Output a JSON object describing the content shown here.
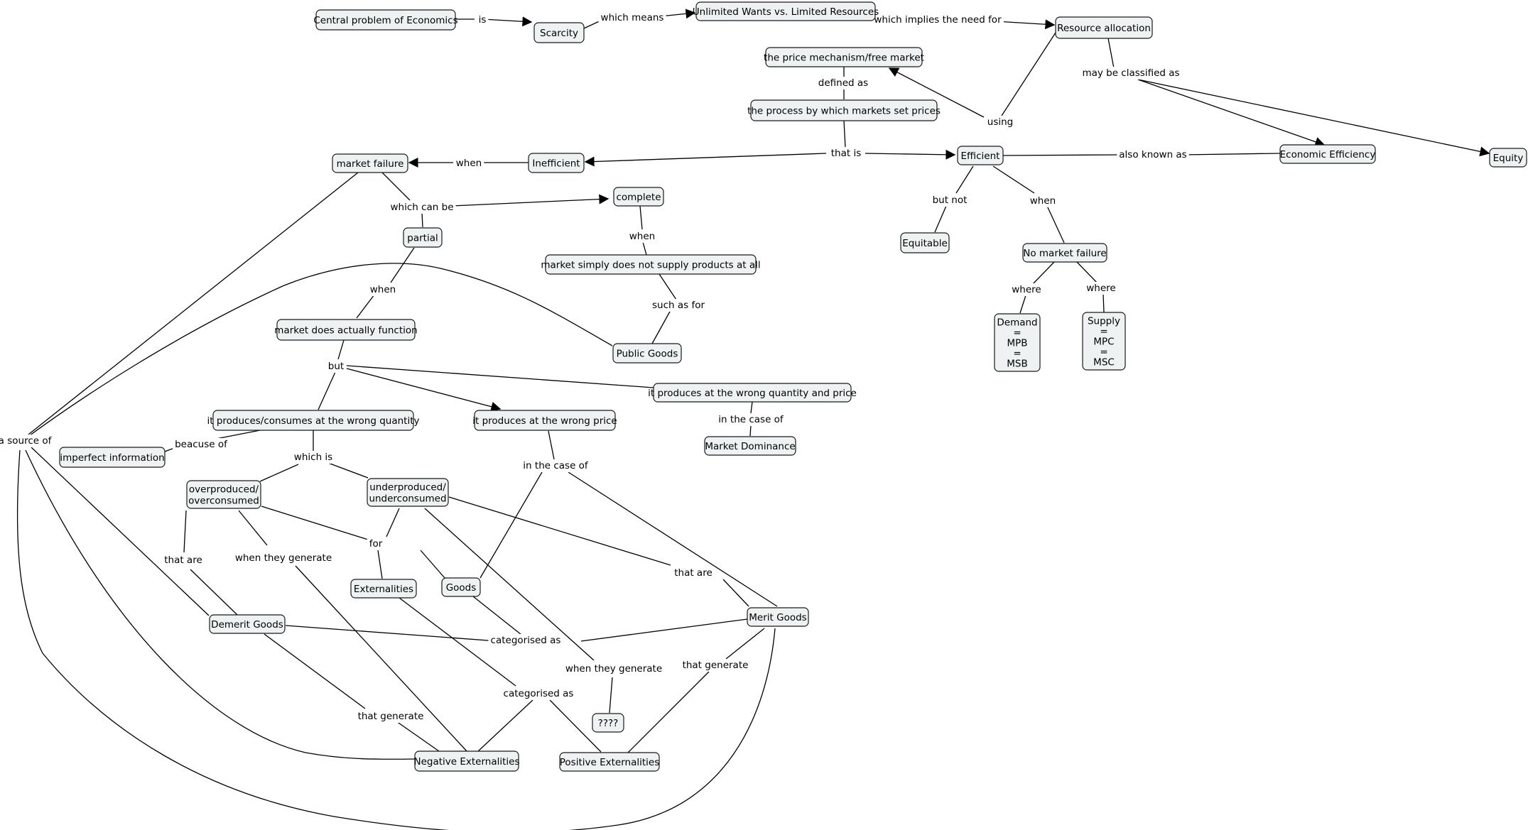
{
  "concept_map": {
    "nodes": [
      {
        "id": "central",
        "lines": [
          "Central problem of Economics"
        ]
      },
      {
        "id": "scarcity",
        "lines": [
          "Scarcity"
        ]
      },
      {
        "id": "unlimited",
        "lines": [
          "Unlimited Wants vs. Limited Resources"
        ]
      },
      {
        "id": "resource",
        "lines": [
          "Resource allocation"
        ]
      },
      {
        "id": "price_mech",
        "lines": [
          "the price mechanism/free market"
        ]
      },
      {
        "id": "process",
        "lines": [
          "the process by which markets set prices"
        ]
      },
      {
        "id": "market_failure",
        "lines": [
          "market failure"
        ]
      },
      {
        "id": "inefficient",
        "lines": [
          "Inefficient"
        ]
      },
      {
        "id": "efficient",
        "lines": [
          "Efficient"
        ]
      },
      {
        "id": "econ_eff",
        "lines": [
          "Economic Efficiency"
        ]
      },
      {
        "id": "equity",
        "lines": [
          "Equity"
        ]
      },
      {
        "id": "complete",
        "lines": [
          "complete"
        ]
      },
      {
        "id": "partial",
        "lines": [
          "partial"
        ]
      },
      {
        "id": "simply_not",
        "lines": [
          "market simply does not supply products at all"
        ]
      },
      {
        "id": "equitable",
        "lines": [
          "Equitable"
        ]
      },
      {
        "id": "no_mf",
        "lines": [
          "No market failure"
        ]
      },
      {
        "id": "demand",
        "lines": [
          "Demand",
          "=",
          "MPB",
          "=",
          "MSB"
        ]
      },
      {
        "id": "supply",
        "lines": [
          "Supply",
          "=",
          "MPC",
          "=",
          "MSC"
        ]
      },
      {
        "id": "does_function",
        "lines": [
          "market does actually function"
        ]
      },
      {
        "id": "public_goods",
        "lines": [
          "Public Goods"
        ]
      },
      {
        "id": "wrong_qp",
        "lines": [
          "it produces at the wrong quantity and price"
        ]
      },
      {
        "id": "wrong_q",
        "lines": [
          "it produces/consumes at the wrong quantity"
        ]
      },
      {
        "id": "wrong_p",
        "lines": [
          "it produces at the wrong price"
        ]
      },
      {
        "id": "market_dom",
        "lines": [
          "Market Dominance"
        ]
      },
      {
        "id": "imperfect",
        "lines": [
          "imperfect information"
        ]
      },
      {
        "id": "overprod",
        "lines": [
          "overproduced/",
          "overconsumed"
        ]
      },
      {
        "id": "underprod",
        "lines": [
          "underproduced/",
          "underconsumed"
        ]
      },
      {
        "id": "externalities",
        "lines": [
          "Externalities"
        ]
      },
      {
        "id": "goods",
        "lines": [
          "Goods"
        ]
      },
      {
        "id": "demerit",
        "lines": [
          "Demerit Goods"
        ]
      },
      {
        "id": "merit",
        "lines": [
          "Merit Goods"
        ]
      },
      {
        "id": "qqq",
        "lines": [
          "????"
        ]
      },
      {
        "id": "neg_ext",
        "lines": [
          "Negative Externalities"
        ]
      },
      {
        "id": "pos_ext",
        "lines": [
          "Positive Externalities"
        ]
      }
    ],
    "links": [
      {
        "id": "l_is",
        "text": "is"
      },
      {
        "id": "l_which_means",
        "text": "which means"
      },
      {
        "id": "l_implies",
        "text": "which implies the need for"
      },
      {
        "id": "l_classified",
        "text": "may be classified as"
      },
      {
        "id": "l_using",
        "text": "using"
      },
      {
        "id": "l_defined",
        "text": "defined as"
      },
      {
        "id": "l_that_is",
        "text": "that is"
      },
      {
        "id": "l_when_mf",
        "text": "when"
      },
      {
        "id": "l_also_known",
        "text": "also known as"
      },
      {
        "id": "l_but_not",
        "text": "but not"
      },
      {
        "id": "l_when_eff",
        "text": "when"
      },
      {
        "id": "l_where_d",
        "text": "where"
      },
      {
        "id": "l_where_s",
        "text": "where"
      },
      {
        "id": "l_which_can_be",
        "text": "which can be"
      },
      {
        "id": "l_when_complete",
        "text": "when"
      },
      {
        "id": "l_such_as",
        "text": "such as for"
      },
      {
        "id": "l_when_partial",
        "text": "when"
      },
      {
        "id": "l_but",
        "text": "but"
      },
      {
        "id": "l_in_case_md",
        "text": "in the case of"
      },
      {
        "id": "l_source",
        "text": "a source of"
      },
      {
        "id": "l_because",
        "text": "beacuse of"
      },
      {
        "id": "l_which_is",
        "text": "which is"
      },
      {
        "id": "l_in_case_goods",
        "text": "in the case of"
      },
      {
        "id": "l_that_are_l",
        "text": "that are"
      },
      {
        "id": "l_when_gen_l",
        "text": "when they generate"
      },
      {
        "id": "l_for",
        "text": "for"
      },
      {
        "id": "l_that_are_r",
        "text": "that are"
      },
      {
        "id": "l_cat_goods",
        "text": "categorised as"
      },
      {
        "id": "l_when_gen_r",
        "text": "when they generate"
      },
      {
        "id": "l_that_gen_r",
        "text": "that generate"
      },
      {
        "id": "l_cat_ext",
        "text": "categorised as"
      },
      {
        "id": "l_that_gen_l",
        "text": "that generate"
      }
    ]
  }
}
